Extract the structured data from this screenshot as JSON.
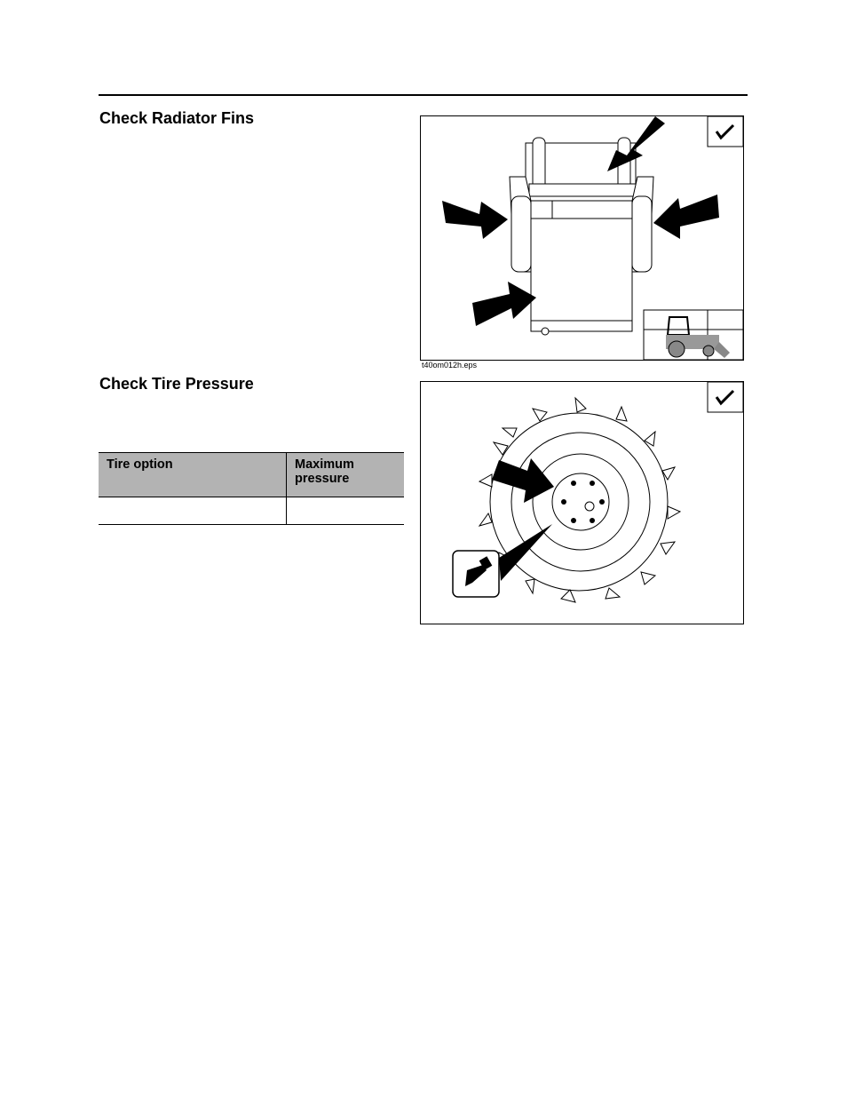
{
  "sections": {
    "radiator": {
      "heading": "Check Radiator Fins",
      "figure_caption": "t40om012h.eps"
    },
    "tire": {
      "heading": "Check Tire Pressure"
    }
  },
  "tire_table": {
    "headers": [
      "Tire option",
      "Maximum pressure"
    ],
    "rows": [
      [
        "",
        ""
      ]
    ]
  },
  "icons": [
    "checkmark-icon",
    "arrow-icon",
    "valve-stem-icon",
    "machine-location-icon"
  ]
}
